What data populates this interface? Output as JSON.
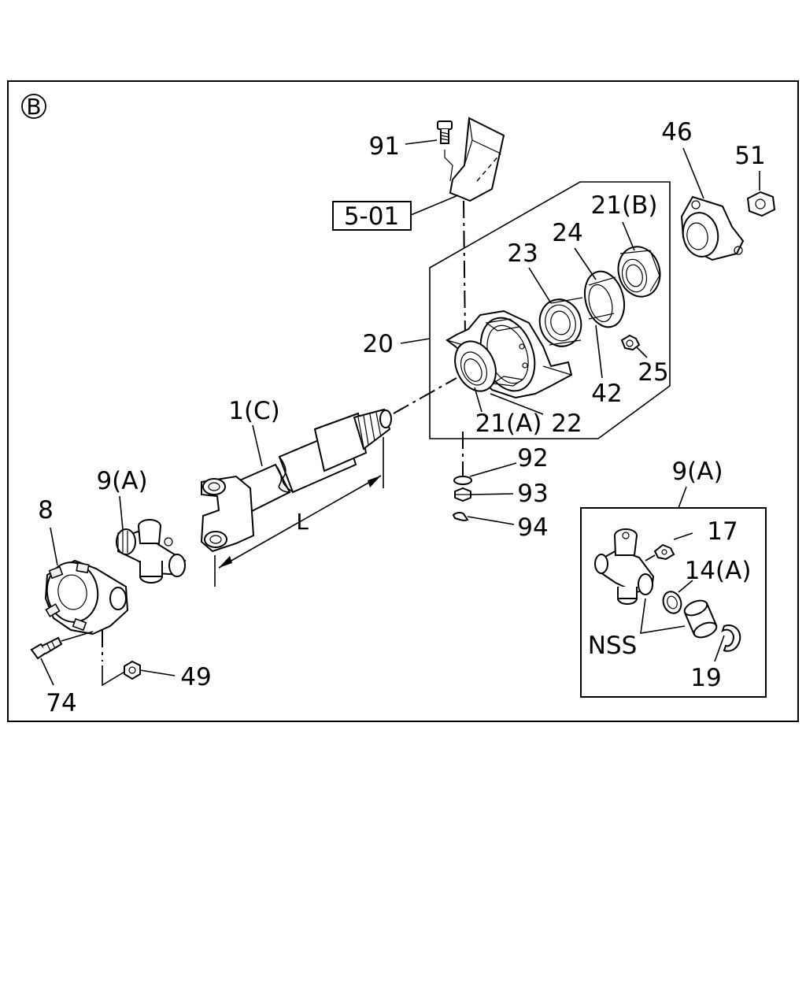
{
  "diagram": {
    "view_marker": "B",
    "reference_box_label": "5-01",
    "dimension_label": "L",
    "inset_title": "9(A)",
    "nss_label": "NSS",
    "callouts": {
      "c91": "91",
      "c46": "46",
      "c51": "51",
      "c21b": "21(B)",
      "c24": "24",
      "c23": "23",
      "c20": "20",
      "c25": "25",
      "c42": "42",
      "c21a": "21(A)",
      "c22": "22",
      "c1c": "1(C)",
      "c92": "92",
      "c93": "93",
      "c94": "94",
      "c9a": "9(A)",
      "c8": "8",
      "c49": "49",
      "c74": "74",
      "c17": "17",
      "c14a": "14(A)",
      "c19": "19"
    }
  }
}
